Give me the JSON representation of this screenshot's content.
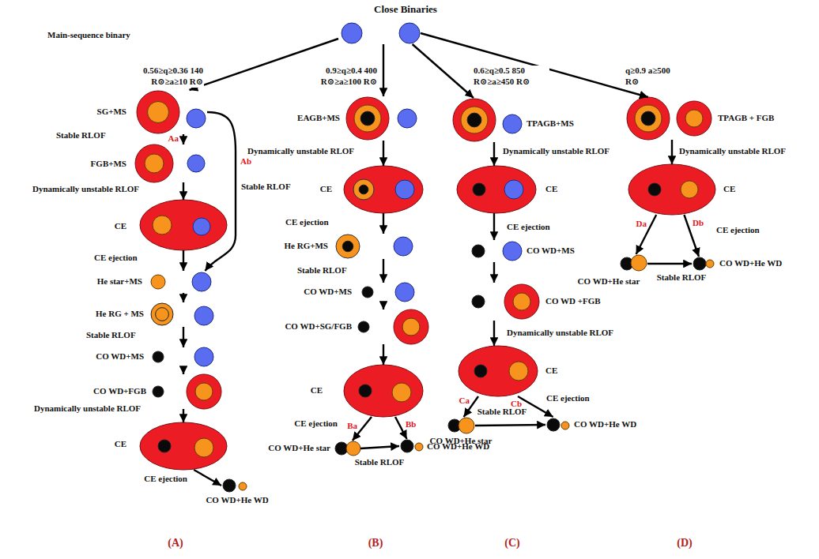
{
  "diagram": {
    "title": "Close Binaries",
    "nodes": [
      {
        "text": [
          "Main-sequence binary"
        ]
      },
      {
        "text": [
          "SG+MS"
        ]
      },
      {
        "text": [
          "FGB+MS"
        ]
      },
      {
        "text": [
          "CE"
        ]
      },
      {
        "text": [
          "He star+MS"
        ]
      },
      {
        "text": [
          "He RG + MS"
        ]
      },
      {
        "text": [
          "CO WD+MS"
        ]
      },
      {
        "text": [
          "CO WD+FGB"
        ]
      },
      {
        "text": [
          "CE"
        ]
      },
      {
        "text": [
          "CO WD+He WD"
        ]
      },
      {
        "text": [
          "EAGB+MS"
        ]
      },
      {
        "text": [
          "CE"
        ]
      },
      {
        "text": [
          "He RG+MS"
        ]
      },
      {
        "text": [
          "CO WD+MS"
        ]
      },
      {
        "text": [
          "CO WD+SG/FGB"
        ]
      },
      {
        "text": [
          "CE"
        ]
      },
      {
        "text": [
          "CO WD+He star"
        ]
      },
      {
        "text": [
          "CO WD+He WD"
        ]
      },
      {
        "text": [
          "TPAGB+MS"
        ]
      },
      {
        "text": [
          "CE"
        ]
      },
      {
        "text": [
          "CO WD+MS"
        ]
      },
      {
        "text": [
          "CO WD +FGB"
        ]
      },
      {
        "text": [
          "CE"
        ]
      },
      {
        "text": [
          "CO WD+He star"
        ]
      },
      {
        "text": [
          "CO WD+He WD"
        ]
      },
      {
        "text": [
          "TPAGB + FGB"
        ]
      },
      {
        "text": [
          "CE"
        ]
      },
      {
        "text": [
          "CO WD+He star"
        ]
      },
      {
        "text": [
          "CO WD+He WD"
        ]
      }
    ],
    "edges": [
      {
        "from": 0,
        "to": 1,
        "arrow": "to",
        "label": "0.56≥q≥0.36 140 R⊙≥a≥10 R⊙"
      },
      {
        "from": 1,
        "to": 2,
        "arrow": "to",
        "label": "Stable RLOF"
      },
      {
        "from": 2,
        "to": 3,
        "arrow": "to",
        "label": "Dynamically unstable RLOF"
      },
      {
        "from": 1,
        "to": 4,
        "arrow": "to",
        "label": "Stable RLOF"
      },
      {
        "from": 3,
        "to": 4,
        "arrow": "to",
        "label": "CE ejection"
      },
      {
        "from": 4,
        "to": 5,
        "arrow": "to"
      },
      {
        "from": 5,
        "to": 6,
        "arrow": "to",
        "label": "Stable RLOF"
      },
      {
        "from": 6,
        "to": 7,
        "arrow": "to"
      },
      {
        "from": 7,
        "to": 8,
        "arrow": "to",
        "label": "Dynamically unstable RLOF"
      },
      {
        "from": 8,
        "to": 9,
        "arrow": "to",
        "label": "CE ejection"
      },
      {
        "from": 0,
        "to": 10,
        "arrow": "to",
        "label": "0.9≥q≥0.4 400 R⊙≥a≥100 R⊙"
      },
      {
        "from": 10,
        "to": 11,
        "arrow": "to",
        "label": "Dynamically unstable RLOF"
      },
      {
        "from": 11,
        "to": 12,
        "arrow": "to",
        "label": "CE ejection"
      },
      {
        "from": 12,
        "to": 13,
        "arrow": "to",
        "label": "Stable RLOF"
      },
      {
        "from": 13,
        "to": 14,
        "arrow": "to"
      },
      {
        "from": 14,
        "to": 15,
        "arrow": "to"
      },
      {
        "from": 15,
        "to": 16,
        "arrow": "to",
        "label": "CE ejection"
      },
      {
        "from": 15,
        "to": 17,
        "arrow": "to"
      },
      {
        "from": 16,
        "to": 17,
        "arrow": "to",
        "label": "Stable RLOF"
      },
      {
        "from": 0,
        "to": 18,
        "arrow": "to",
        "label": "0.6≥q≥0.5 850 R⊙≥a≥450 R⊙"
      },
      {
        "from": 18,
        "to": 19,
        "arrow": "to",
        "label": "Dynamically unstable RLOF"
      },
      {
        "from": 19,
        "to": 20,
        "arrow": "to",
        "label": "CE ejection"
      },
      {
        "from": 20,
        "to": 21,
        "arrow": "to"
      },
      {
        "from": 21,
        "to": 22,
        "arrow": "to",
        "label": "Dynamically unstable RLOF"
      },
      {
        "from": 22,
        "to": 23,
        "arrow": "to"
      },
      {
        "from": 22,
        "to": 24,
        "arrow": "to",
        "label": "CE ejection"
      },
      {
        "from": 23,
        "to": 24,
        "arrow": "to",
        "label": "Stable RLOF"
      },
      {
        "from": 0,
        "to": 25,
        "arrow": "to",
        "label": "q≥0.9 a≥500 R⊙"
      },
      {
        "from": 25,
        "to": 26,
        "arrow": "to",
        "label": "Dynamically unstable RLOF"
      },
      {
        "from": 26,
        "to": 27,
        "arrow": "to"
      },
      {
        "from": 26,
        "to": 28,
        "arrow": "to",
        "label": "CE ejection"
      },
      {
        "from": 27,
        "to": 28,
        "arrow": "to",
        "label": "Stable RLOF"
      }
    ],
    "labels": [
      "Aa",
      "Ab",
      "Ba",
      "Bb",
      "Ca",
      "Cb",
      "Da",
      "Db",
      "(A)",
      "(B)",
      "(C)",
      "(D)"
    ]
  }
}
